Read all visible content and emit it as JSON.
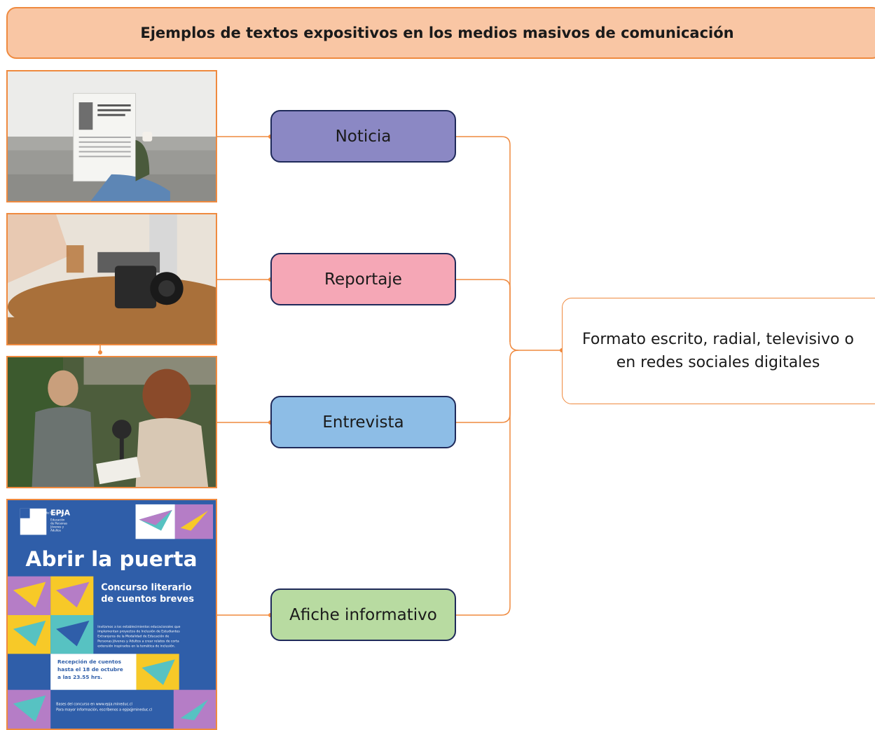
{
  "title": "Ejemplos de textos expositivos en los medios masivos de comunicación",
  "nodes": [
    {
      "label": "Noticia",
      "color": "#8b88c4"
    },
    {
      "label": "Reportaje",
      "color": "#f5a7b6"
    },
    {
      "label": "Entrevista",
      "color": "#8dbde6"
    },
    {
      "label": "Afiche informativo",
      "color": "#b8dba1"
    }
  ],
  "target": {
    "line1": "Formato escrito, radial, televisivo o",
    "line2": "en redes sociales digitales"
  },
  "poster": {
    "ministry": "Ministerio de Educación",
    "government": "Gobierno de Chile",
    "brand": "EPJA",
    "brand_sub_1": "Educación",
    "brand_sub_2": "de Personas",
    "brand_sub_3": "Jóvenes y",
    "brand_sub_4": "Adultos",
    "headline": "Abrir la puerta",
    "subtitle_1": "Concurso literario",
    "subtitle_2": "de cuentos breves",
    "body_1": "Invitamos a los establecimientos educacionales que",
    "body_2": "implementan proyectos de Inclusión de Estudiantes",
    "body_3": "Extranjeros de la Modalidad de Educación de",
    "body_4": "Personas Jóvenes y Adultos a crear relatos de corta",
    "body_5": "extensión inspirados en la temática de inclusión.",
    "deadline_1": "Recepción de cuentos",
    "deadline_2": "hasta el 18 de octubre",
    "deadline_3": "a  las 23.55 hrs.",
    "footer_1": "Bases del concurso en www.epja.mineduc.cl",
    "footer_2": "Para mayor información, escríbenos a epja@mineduc.cl"
  },
  "colors": {
    "accent": "#ef8a3f",
    "banner": "#f9c6a4",
    "node_border": "#1f2a5a",
    "poster_blue": "#2f5ea9",
    "poster_purple": "#b57dc6",
    "poster_yellow": "#f7c928",
    "poster_teal": "#57c2c2"
  }
}
